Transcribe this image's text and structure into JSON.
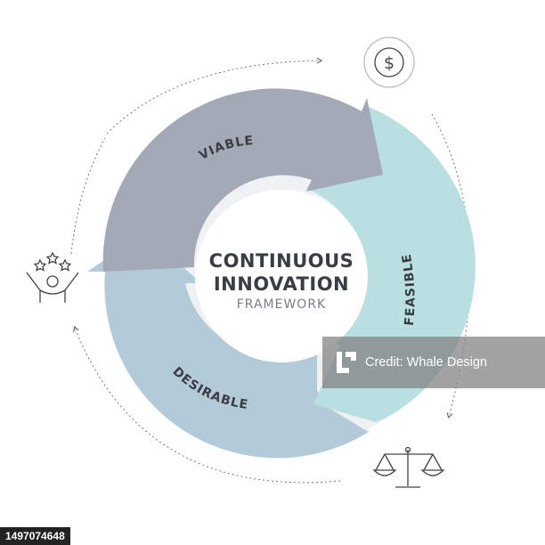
{
  "diagram": {
    "center": {
      "title_line1": "CONTINUOUS",
      "title_line2": "INNOVATION",
      "subtitle": "FRAMEWORK"
    },
    "segments": [
      {
        "label": "VIABLE",
        "color": "#a4a9b6"
      },
      {
        "label": "FEASIBLE",
        "color": "#b9dfe0"
      },
      {
        "label": "DESIRABLE",
        "color": "#b3cad8"
      }
    ],
    "icons": {
      "top_right": "dollar-coin-icon",
      "bottom_right": "balance-scale-icon",
      "left": "celebrating-person-stars-icon"
    }
  },
  "watermark": {
    "text": "Credit: Whale Design"
  },
  "stock_id": "1497074648"
}
